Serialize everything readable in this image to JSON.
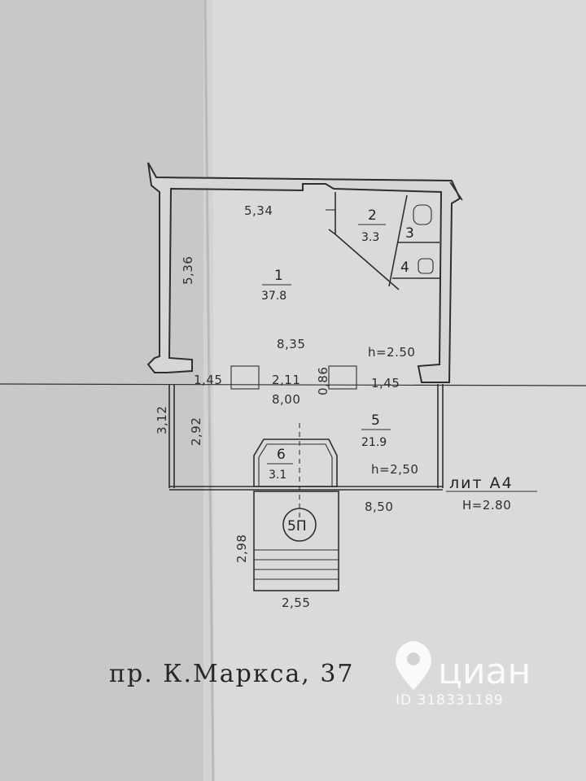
{
  "rooms": [
    {
      "number": "1",
      "area": "37.8"
    },
    {
      "number": "2",
      "area": "3.3"
    },
    {
      "number": "3",
      "area": ""
    },
    {
      "number": "4",
      "area": ""
    },
    {
      "number": "5",
      "area": "21.9"
    },
    {
      "number": "6",
      "area": "3.1"
    }
  ],
  "dimensions": {
    "top_width": "5,34",
    "left_height": "5,36",
    "room1_width": "8,35",
    "ceiling_upper": "h=2.50",
    "pier_left": "1,45",
    "opening": "2,11",
    "width_mid": "8,00",
    "pier_height": "0,86",
    "pier_right": "1,45",
    "left_outer": "3,12",
    "left_inner": "2,92",
    "ceiling_lower": "h=2,50",
    "bottom_width": "8,50",
    "stair_height": "2,98",
    "stair_width": "2,55"
  },
  "stair_label": "5П",
  "lit": {
    "label": "лит А4",
    "height": "Н=2.80"
  },
  "address": "пр. К.Маркса, 37",
  "watermark": {
    "brand": "циан",
    "id": "ID 318331189"
  }
}
